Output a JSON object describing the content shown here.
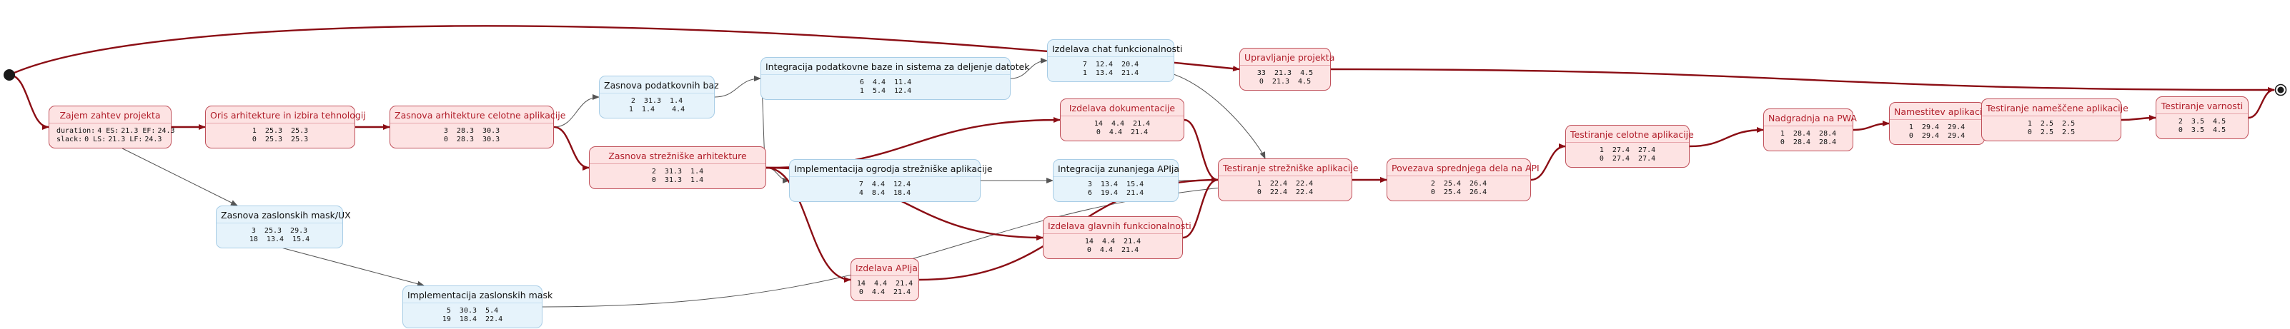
{
  "colors": {
    "critical_edge": "#8b0d14",
    "normal_edge": "#555555"
  },
  "tasks": [
    {
      "id": "zajem",
      "name": "Zajem zahtev projekta",
      "critical": true,
      "first": true,
      "legend": {
        "duration_label": "duration:",
        "duration": "4",
        "es_label": "ES:",
        "es": "21.3",
        "ef_label": "EF:",
        "ef": "24.3",
        "slack_label": "slack:",
        "slack": "0",
        "ls_label": "LS:",
        "ls": "21.3",
        "lf_label": "LF:",
        "lf": "24.3"
      }
    },
    {
      "id": "oris",
      "name": "Oris arhitekture in izbira tehnologij",
      "critical": true,
      "row1": "1  25.3  25.3",
      "row2": "0  25.3  25.3"
    },
    {
      "id": "zasarh",
      "name": "Zasnova arhitekture celotne aplikacije",
      "critical": true,
      "row1": "3  28.3  30.3",
      "row2": "0  28.3  30.3"
    },
    {
      "id": "zasmask",
      "name": "Zasnova zaslonskih mask/UX",
      "critical": false,
      "row1": "3  25.3  29.3",
      "row2": "18  13.4  15.4"
    },
    {
      "id": "impmask",
      "name": "Implementacija zaslonskih mask",
      "critical": false,
      "row1": "5  30.3  5.4",
      "row2": "19  18.4  22.4"
    },
    {
      "id": "zaspb",
      "name": "Zasnova podatkovnih baz",
      "critical": false,
      "row1": "2  31.3  1.4",
      "row2": "1  1.4    4.4"
    },
    {
      "id": "zasstr",
      "name": "Zasnova strežniške arhitekture",
      "critical": true,
      "row1": "2  31.3  1.4",
      "row2": "0  31.3  1.4"
    },
    {
      "id": "intpb",
      "name": "Integracija podatkovne baze in sistema za deljenje datotek",
      "critical": false,
      "row1": "6  4.4  11.4",
      "row2": "1  5.4  12.4"
    },
    {
      "id": "impogr",
      "name": "Implementacija ogrodja strežniške aplikacije",
      "critical": false,
      "row1": "7  4.4  12.4",
      "row2": "4  8.4  18.4"
    },
    {
      "id": "chat",
      "name": "Izdelava chat funkcionalnosti",
      "critical": false,
      "row1": "7  12.4  20.4",
      "row2": "1  13.4  21.4"
    },
    {
      "id": "dok",
      "name": "Izdelava dokumentacije",
      "critical": true,
      "row1": "14  4.4  21.4",
      "row2": "0  4.4  21.4"
    },
    {
      "id": "zunapi",
      "name": "Integracija zunanjega APIja",
      "critical": false,
      "row1": "3  13.4  15.4",
      "row2": "6  19.4  21.4"
    },
    {
      "id": "glavne",
      "name": "Izdelava glavnih funkcionalnosti",
      "critical": true,
      "row1": "14  4.4  21.4",
      "row2": "0  4.4  21.4"
    },
    {
      "id": "api",
      "name": "Izdelava APIja",
      "critical": true,
      "row1": "14  4.4  21.4",
      "row2": "0  4.4  21.4"
    },
    {
      "id": "teststr",
      "name": "Testiranje strežniške aplikacije",
      "critical": true,
      "row1": "1  22.4  22.4",
      "row2": "0  22.4  22.4"
    },
    {
      "id": "upr",
      "name": "Upravljanje projekta",
      "critical": true,
      "row1": "33  21.3  4.5",
      "row2": "0  21.3  4.5"
    },
    {
      "id": "povez",
      "name": "Povezava sprednjega dela na API",
      "critical": true,
      "row1": "2  25.4  26.4",
      "row2": "0  25.4  26.4"
    },
    {
      "id": "testcel",
      "name": "Testiranje celotne aplikacije",
      "critical": true,
      "row1": "1  27.4  27.4",
      "row2": "0  27.4  27.4"
    },
    {
      "id": "pwa",
      "name": "Nadgradnja na PWA",
      "critical": true,
      "row1": "1  28.4  28.4",
      "row2": "0  28.4  28.4"
    },
    {
      "id": "namest",
      "name": "Namestitev aplikacije",
      "critical": true,
      "row1": "1  29.4  29.4",
      "row2": "0  29.4  29.4"
    },
    {
      "id": "testnam",
      "name": "Testiranje nameščene aplikacije",
      "critical": true,
      "row1": "1  2.5  2.5",
      "row2": "0  2.5  2.5"
    },
    {
      "id": "testvar",
      "name": "Testiranje varnosti",
      "critical": true,
      "row1": "2  3.5  4.5",
      "row2": "0  3.5  4.5"
    }
  ],
  "edges": [
    {
      "from": "start",
      "to": "zajem",
      "critical": true
    },
    {
      "from": "start",
      "to": "upr",
      "critical": true
    },
    {
      "from": "zajem",
      "to": "oris",
      "critical": true
    },
    {
      "from": "zajem",
      "to": "zasmask",
      "critical": false
    },
    {
      "from": "oris",
      "to": "zasarh",
      "critical": true
    },
    {
      "from": "zasarh",
      "to": "zaspb",
      "critical": false
    },
    {
      "from": "zasarh",
      "to": "zasstr",
      "critical": true
    },
    {
      "from": "zasmask",
      "to": "impmask",
      "critical": false
    },
    {
      "from": "impmask",
      "to": "povez",
      "critical": false
    },
    {
      "from": "zaspb",
      "to": "intpb",
      "critical": false
    },
    {
      "from": "zasstr",
      "to": "intpb",
      "critical": false
    },
    {
      "from": "zasstr",
      "to": "impogr",
      "critical": false
    },
    {
      "from": "zasstr",
      "to": "dok",
      "critical": true
    },
    {
      "from": "zasstr",
      "to": "glavne",
      "critical": true
    },
    {
      "from": "zasstr",
      "to": "api",
      "critical": true
    },
    {
      "from": "intpb",
      "to": "chat",
      "critical": false
    },
    {
      "from": "impogr",
      "to": "zunapi",
      "critical": false
    },
    {
      "from": "chat",
      "to": "teststr",
      "critical": false
    },
    {
      "from": "dok",
      "to": "teststr",
      "critical": true
    },
    {
      "from": "zunapi",
      "to": "teststr",
      "critical": false
    },
    {
      "from": "glavne",
      "to": "teststr",
      "critical": true
    },
    {
      "from": "api",
      "to": "teststr",
      "critical": true
    },
    {
      "from": "teststr",
      "to": "povez",
      "critical": true
    },
    {
      "from": "povez",
      "to": "testcel",
      "critical": true
    },
    {
      "from": "testcel",
      "to": "pwa",
      "critical": true
    },
    {
      "from": "pwa",
      "to": "namest",
      "critical": true
    },
    {
      "from": "namest",
      "to": "testnam",
      "critical": true
    },
    {
      "from": "testnam",
      "to": "testvar",
      "critical": true
    },
    {
      "from": "testvar",
      "to": "end",
      "critical": true
    },
    {
      "from": "upr",
      "to": "end",
      "critical": true
    }
  ]
}
